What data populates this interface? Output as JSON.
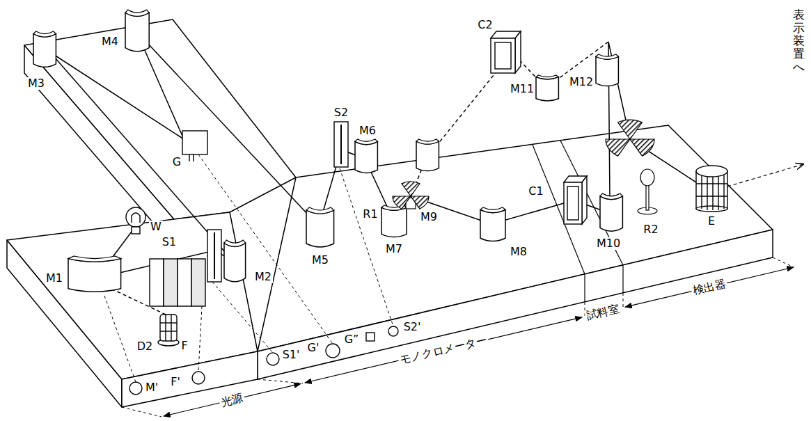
{
  "diagram": {
    "labels": [
      "M3",
      "M4",
      "G",
      "W",
      "M1",
      "S1",
      "M2",
      "D2",
      "F",
      "M5",
      "S2",
      "M6",
      "M7",
      "R1",
      "M9",
      "C2",
      "C1",
      "M8",
      "M11",
      "M12",
      "M10",
      "R2",
      "E",
      "表示装置へ",
      "M'",
      "F'",
      "S1'",
      "G'",
      "G”",
      "S2'",
      "光源",
      "モノクロメーター",
      "試料室",
      "検出器"
    ]
  }
}
